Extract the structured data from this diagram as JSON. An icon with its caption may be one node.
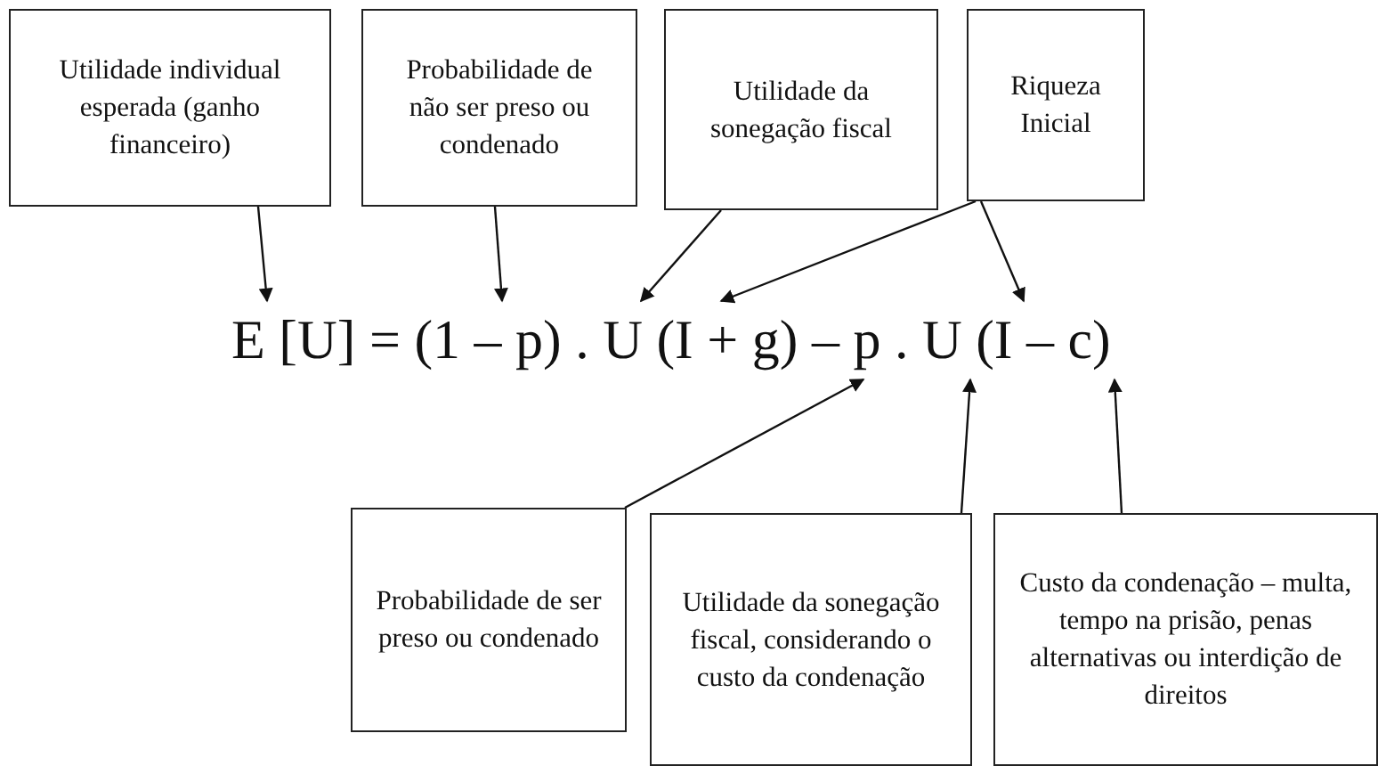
{
  "diagram": {
    "nodes": [
      {
        "text": [
          "Utilidade individual esperada (ganho financeiro)"
        ]
      },
      {
        "text": [
          "Probabilidade de não ser preso ou condenado"
        ]
      },
      {
        "text": [
          "Utilidade da sonegação fiscal"
        ]
      },
      {
        "text": [
          "Riqueza Inicial"
        ]
      },
      {
        "text": [
          "E [U] = (1 – p) . U (I + g) – p . U (I – c)"
        ]
      },
      {
        "text": [
          "Probabilidade de ser preso ou condenado"
        ]
      },
      {
        "text": [
          "Utilidade da sonegação fiscal, considerando o custo da condenação"
        ]
      },
      {
        "text": [
          "Custo da condenação – multa, tempo na prisão, penas alternativas ou interdição de direitos"
        ]
      }
    ],
    "edges": [
      {
        "from": 0,
        "to": 4,
        "arrow": "to"
      },
      {
        "from": 1,
        "to": 4,
        "arrow": "to"
      },
      {
        "from": 2,
        "to": 4,
        "arrow": "to"
      },
      {
        "from": 3,
        "to": 4,
        "arrow": "to"
      },
      {
        "from": 3,
        "to": 4,
        "arrow": "to"
      },
      {
        "from": 5,
        "to": 4,
        "arrow": "to"
      },
      {
        "from": 6,
        "to": 4,
        "arrow": "to"
      },
      {
        "from": 7,
        "to": 4,
        "arrow": "to"
      }
    ]
  }
}
